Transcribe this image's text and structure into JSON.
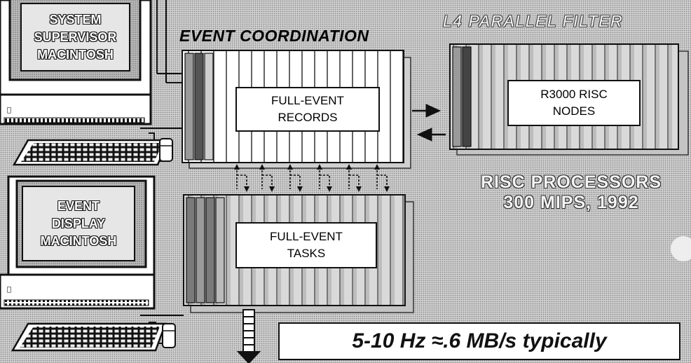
{
  "titles": {
    "event_coordination": "EVENT COORDINATION",
    "l4_filter": "L4 PARALLEL FILTER"
  },
  "macs": {
    "supervisor": [
      "SYSTEM",
      "SUPERVISOR",
      "MACINTOSH"
    ],
    "display": [
      "EVENT",
      "DISPLAY",
      "MACINTOSH"
    ]
  },
  "boxes": {
    "records": [
      "FULL-EVENT",
      "RECORDS"
    ],
    "tasks": [
      "FULL-EVENT",
      "TASKS"
    ],
    "risc_nodes": [
      "R3000 RISC",
      "NODES"
    ]
  },
  "risc_caption": {
    "line1": "RISC PROCESSORS",
    "line2": "300 MIPS, 1992"
  },
  "rate": "5-10 Hz ≈.6 MB/s typically"
}
